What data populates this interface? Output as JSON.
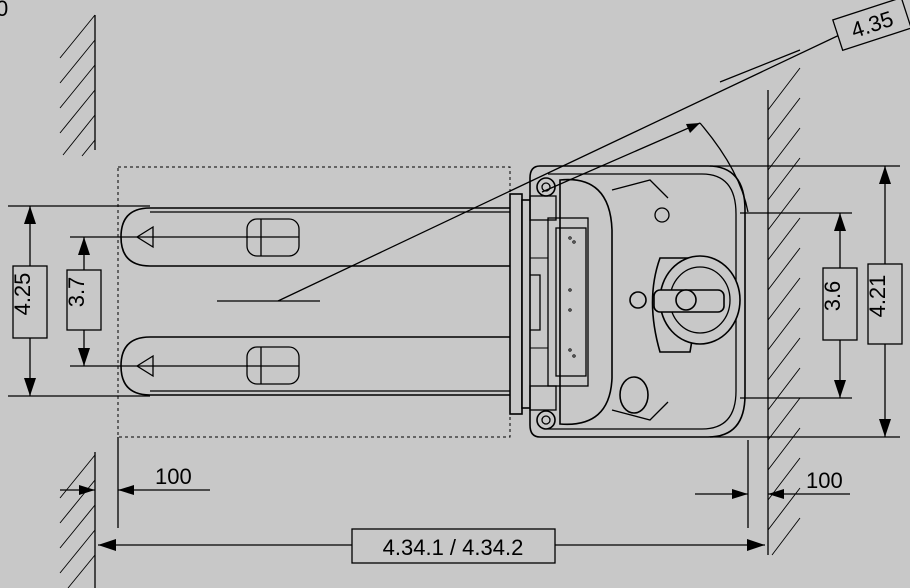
{
  "corner_label": "0",
  "dimensions": {
    "turning_angle": "4.35",
    "aisle_width": "4.34.1 / 4.34.2",
    "clearance_left": "100",
    "clearance_right": "100",
    "fork_spread_outer": "4.25",
    "fork_spread_inner": "3.7",
    "chassis_inner": "3.6",
    "chassis_width": "4.21"
  }
}
